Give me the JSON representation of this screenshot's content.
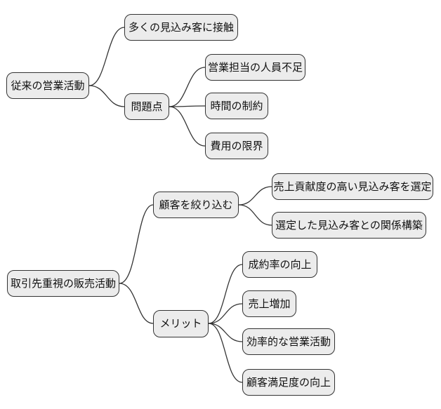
{
  "diagram": {
    "type": "mindmap",
    "direction": "left-to-right",
    "colors": {
      "background": "#ffffff",
      "node_fill": "#ececec",
      "node_border": "#333333",
      "edge_stroke": "#333333",
      "text": "#111111"
    },
    "edges": [
      [
        "n1",
        "n2"
      ],
      [
        "n1",
        "n3"
      ],
      [
        "n3",
        "n4"
      ],
      [
        "n3",
        "n5"
      ],
      [
        "n3",
        "n6"
      ],
      [
        "n7",
        "n8"
      ],
      [
        "n7",
        "n11"
      ],
      [
        "n8",
        "n9"
      ],
      [
        "n8",
        "n10"
      ],
      [
        "n11",
        "n12"
      ],
      [
        "n11",
        "n13"
      ],
      [
        "n11",
        "n14"
      ],
      [
        "n11",
        "n15"
      ]
    ],
    "trees": [
      {
        "root": "従来の営業活動",
        "children": [
          {
            "label": "多くの見込み客に接触",
            "children": []
          },
          {
            "label": "問題点",
            "children": [
              {
                "label": "営業担当の人員不足"
              },
              {
                "label": "時間の制約"
              },
              {
                "label": "費用の限界"
              }
            ]
          }
        ]
      },
      {
        "root": "取引先重視の販売活動",
        "children": [
          {
            "label": "顧客を絞り込む",
            "children": [
              {
                "label": "売上貢献度の高い見込み客を選定"
              },
              {
                "label": "選定した見込み客との関係構築"
              }
            ]
          },
          {
            "label": "メリット",
            "children": [
              {
                "label": "成約率の向上"
              },
              {
                "label": "売上増加"
              },
              {
                "label": "効率的な営業活動"
              },
              {
                "label": "顧客満足度の向上"
              }
            ]
          }
        ]
      }
    ]
  },
  "nodes": {
    "n1": {
      "label": "従来の営業活動"
    },
    "n2": {
      "label": "多くの見込み客に接触"
    },
    "n3": {
      "label": "問題点"
    },
    "n4": {
      "label": "営業担当の人員不足"
    },
    "n5": {
      "label": "時間の制約"
    },
    "n6": {
      "label": "費用の限界"
    },
    "n7": {
      "label": "取引先重視の販売活動"
    },
    "n8": {
      "label": "顧客を絞り込む"
    },
    "n9": {
      "label": "売上貢献度の高い見込み客を選定"
    },
    "n10": {
      "label": "選定した見込み客との関係構築"
    },
    "n11": {
      "label": "メリット"
    },
    "n12": {
      "label": "成約率の向上"
    },
    "n13": {
      "label": "売上増加"
    },
    "n14": {
      "label": "効率的な営業活動"
    },
    "n15": {
      "label": "顧客満足度の向上"
    }
  }
}
